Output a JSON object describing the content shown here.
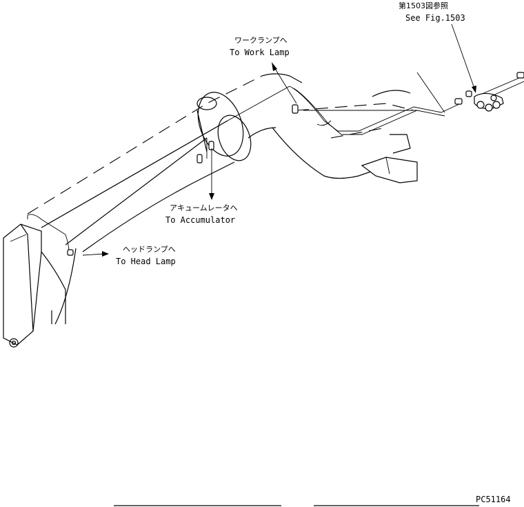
{
  "labels": {
    "fig_ref_jp": "第1503図参照",
    "fig_ref_en": "See Fig.1503",
    "work_lamp_jp": "ワークランプへ",
    "work_lamp_en": "To Work Lamp",
    "accumulator_jp": "アキュームレータへ",
    "accumulator_en": "To Accumulator",
    "head_lamp_jp": "ヘッドランプへ",
    "head_lamp_en": "To Head Lamp",
    "part_code": "PC51164"
  }
}
